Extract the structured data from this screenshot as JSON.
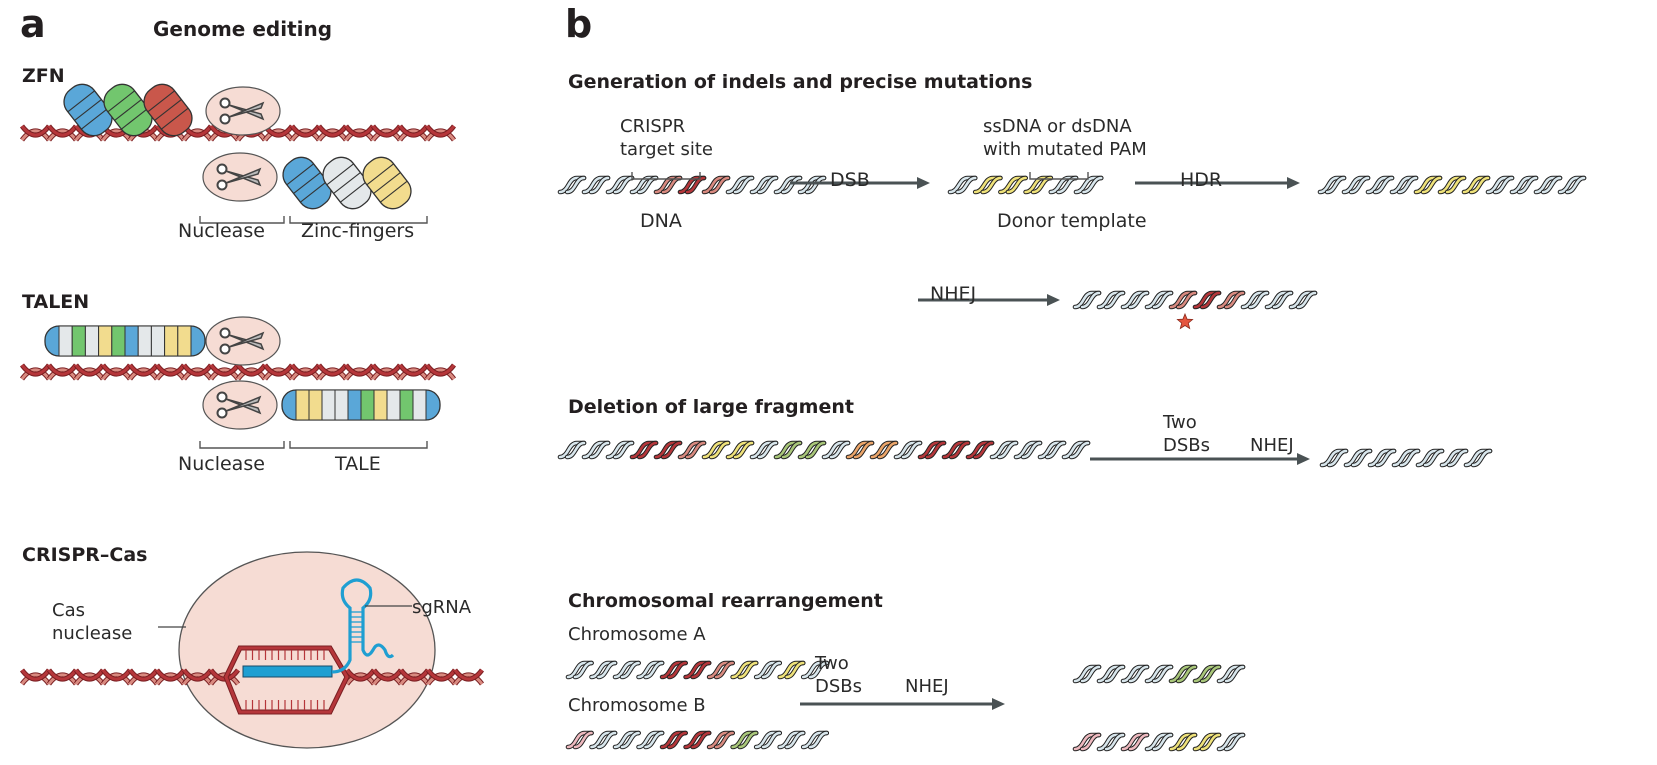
{
  "figure": {
    "panel_a": {
      "letter": "a",
      "title": "Genome editing",
      "zfn": {
        "heading": "ZFN",
        "labels": {
          "nuclease": "Nuclease",
          "domain": "Zinc-fingers"
        },
        "finger_colors_top": [
          "#5aa7d8",
          "#72c66e",
          "#c9574b"
        ],
        "finger_colors_bottom": [
          "#5aa7d8",
          "#e4e8ea",
          "#f2dc8e"
        ]
      },
      "talen": {
        "heading": "TALEN",
        "labels": {
          "nuclease": "Nuclease",
          "domain": "TALE"
        }
      },
      "crispr": {
        "heading": "CRISPR–Cas",
        "labels": {
          "cas_line1": "Cas",
          "cas_line2": "nuclease",
          "sgrna": "sgRNA"
        }
      }
    },
    "panel_b": {
      "letter": "b",
      "indels": {
        "heading": "Generation of indels and precise mutations",
        "target_line1": "CRISPR",
        "target_line2": "target site",
        "dna": "DNA",
        "dsb": "DSB",
        "donor_line1": "ssDNA or dsDNA",
        "donor_line2": "with mutated PAM",
        "donor": "Donor template",
        "hdr": "HDR",
        "nhej": "NHEJ",
        "mutation_marker": "star-icon"
      },
      "deletion": {
        "heading": "Deletion of large fragment",
        "arrow_line1": "Two",
        "arrow_line2": "DSBs",
        "arrow_nhej": "NHEJ"
      },
      "rearrangement": {
        "heading": "Chromosomal rearrangement",
        "chrom_a": "Chromosome A",
        "chrom_b": "Chromosome B",
        "arrow_line1": "Two",
        "arrow_line2": "DSBs",
        "arrow_nhej": "NHEJ"
      }
    },
    "colors": {
      "dna_red": "#b5363a",
      "dna_red_light": "#d98a80",
      "dna_gray": "#d8e6ec",
      "dna_yellow": "#efe27a",
      "dna_green": "#a9c77a",
      "dna_orange": "#eba56a",
      "dna_pink": "#eeb9bf",
      "nuclease_fill": "#f6dcd4",
      "sgrna_blue": "#1f9fd2",
      "arrow": "#4a5254",
      "star": "#e4553f"
    }
  }
}
